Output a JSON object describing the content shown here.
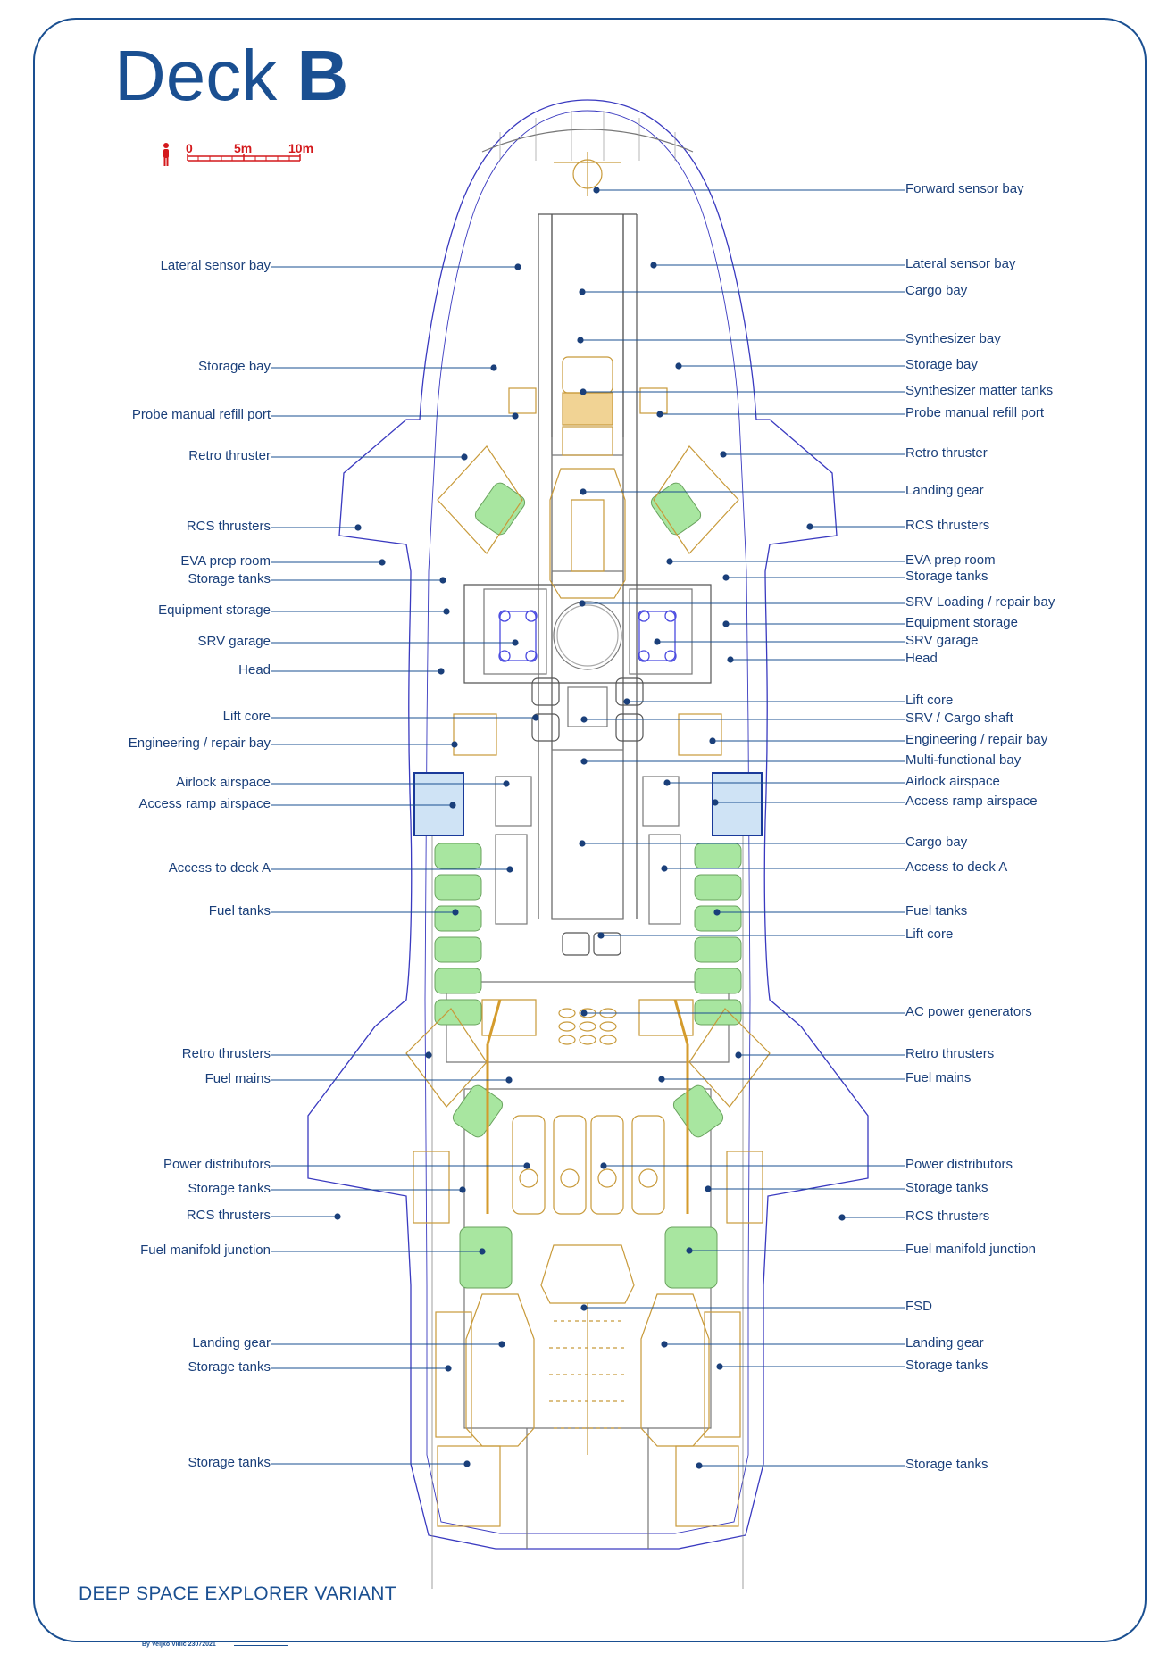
{
  "title": {
    "prefix": "Deck",
    "letter": "B"
  },
  "scale": {
    "zero": "0",
    "mid": "5m",
    "end": "10m"
  },
  "variant": "DEEP SPACE EXPLORER VARIANT",
  "credit": "By Veljko Vidić 23072021",
  "colors": {
    "frame": "#1a4f91",
    "leader": "#1a4f91",
    "hull": "#3a3ac0",
    "equipment": "#c89a3a",
    "tanks": "#a8e6a0",
    "scale": "#d4191c"
  },
  "labels_left": [
    "Lateral sensor bay",
    "Storage bay",
    "Probe manual refill port",
    "Retro thruster",
    "RCS thrusters",
    "EVA prep room",
    "Storage tanks",
    "Equipment storage",
    "SRV garage",
    "Head",
    "Lift core",
    "Engineering / repair bay",
    "Airlock airspace",
    "Access ramp airspace",
    "Access to deck A",
    "Fuel tanks",
    "Retro thrusters",
    "Fuel mains",
    "Power distributors",
    "Storage tanks",
    "RCS thrusters",
    "Fuel manifold junction",
    "Landing gear",
    "Storage tanks",
    "Storage tanks"
  ],
  "labels_right": [
    "Forward sensor bay",
    "Lateral sensor bay",
    "Cargo bay",
    "Synthesizer bay",
    "Storage bay",
    "Synthesizer matter tanks",
    "Probe manual refill port",
    "Retro thruster",
    "Landing gear",
    "RCS thrusters",
    "EVA prep room",
    "Storage tanks",
    "SRV Loading / repair bay",
    "Equipment storage",
    "SRV garage",
    "Head",
    "Lift core",
    "SRV / Cargo shaft",
    "Engineering / repair bay",
    "Multi-functional bay",
    "Airlock airspace",
    "Access ramp airspace",
    "Cargo bay",
    "Access to deck A",
    "Fuel tanks",
    "Lift core",
    "AC power generators",
    "Retro thrusters",
    "Fuel mains",
    "Power distributors",
    "Storage tanks",
    "RCS thrusters",
    "Fuel manifold junction",
    "FSD",
    "Landing gear",
    "Storage tanks",
    "Storage tanks"
  ]
}
